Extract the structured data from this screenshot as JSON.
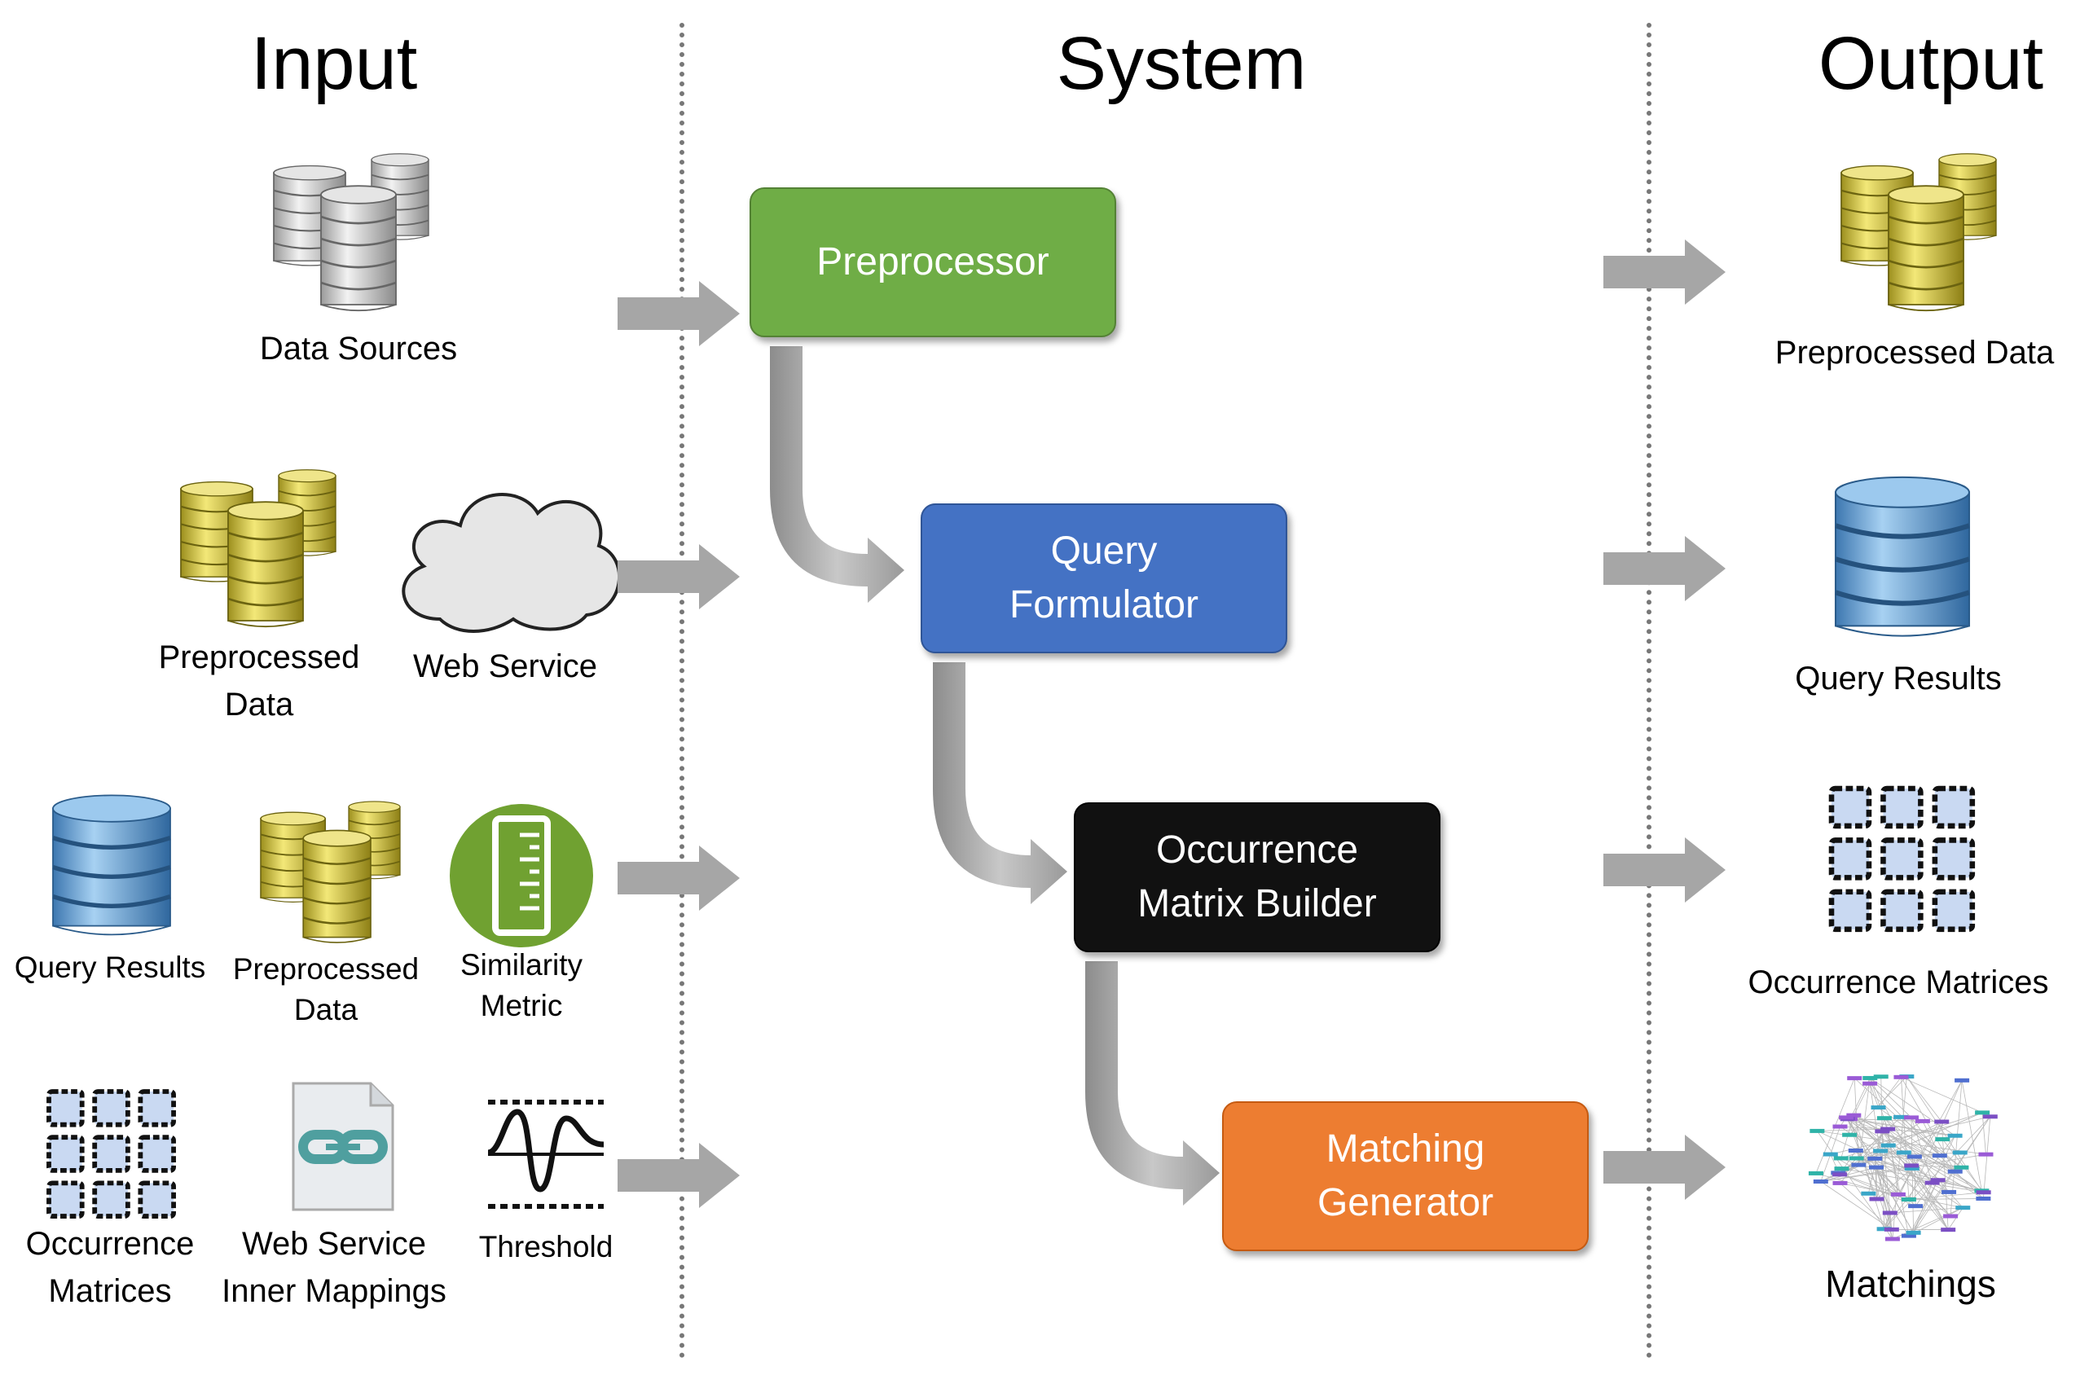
{
  "headers": {
    "input": "Input",
    "system": "System",
    "output": "Output"
  },
  "system": {
    "preprocessor": "Preprocessor",
    "query_formulator": "Query\nFormulator",
    "occurrence_builder": "Occurrence\nMatrix Builder",
    "matching_generator": "Matching\nGenerator"
  },
  "inputs": {
    "row1": {
      "data_sources": "Data Sources"
    },
    "row2": {
      "preprocessed_data": "Preprocessed\nData",
      "web_service": "Web Service"
    },
    "row3": {
      "query_results": "Query Results",
      "preprocessed_data": "Preprocessed\nData",
      "similarity_metric": "Similarity\nMetric"
    },
    "row4": {
      "occurrence_matrices": "Occurrence\nMatrices",
      "web_service_inner_mappings": "Web Service\nInner Mappings",
      "threshold": "Threshold"
    }
  },
  "outputs": {
    "preprocessed_data": "Preprocessed Data",
    "query_results": "Query Results",
    "occurrence_matrices": "Occurrence Matrices",
    "matchings": "Matchings"
  },
  "colors": {
    "preprocessor": "#6fad46",
    "query_formulator": "#4472c4",
    "occurrence_builder": "#111111",
    "matching_generator": "#ed7d31",
    "arrow": "#a6a6a6"
  }
}
